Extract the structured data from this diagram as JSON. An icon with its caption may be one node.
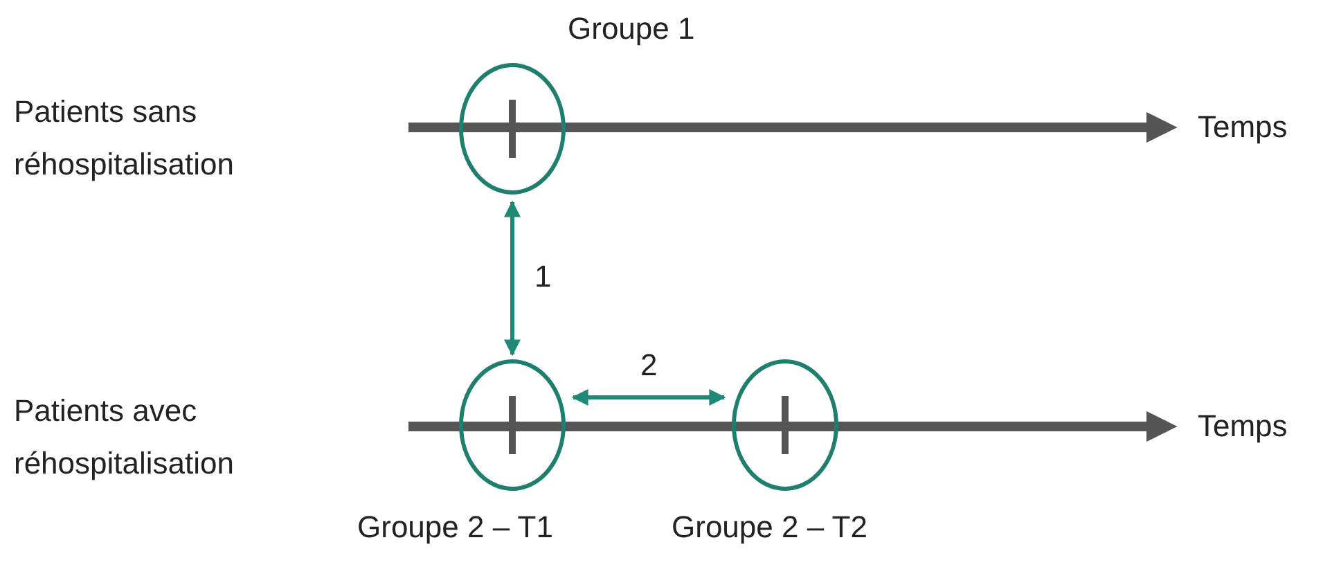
{
  "diagram": {
    "nodes": [
      {
        "text": [
          "Groupe 1"
        ]
      },
      {
        "text": [
          "Groupe 2 – T1"
        ]
      },
      {
        "text": [
          "Groupe 2 – T2"
        ]
      }
    ],
    "edges": [
      {
        "from": 0,
        "to": 1,
        "arrow": "both",
        "label": "1"
      },
      {
        "from": 1,
        "to": 2,
        "arrow": "both",
        "label": "2"
      }
    ],
    "labels": [
      "Patients sans réhospitalisation",
      "Temps",
      "Patients avec réhospitalisation",
      "Temps"
    ]
  }
}
